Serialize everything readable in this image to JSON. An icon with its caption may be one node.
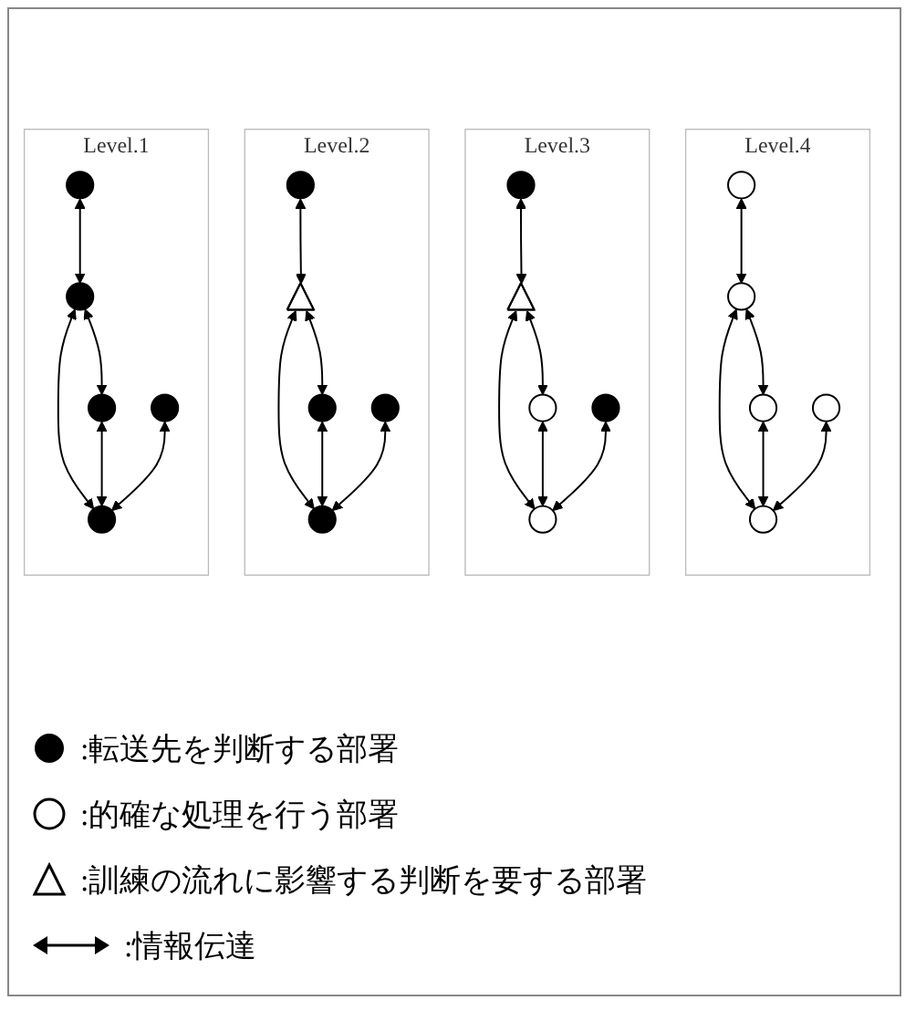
{
  "diagram": {
    "nodes": [
      {
        "text": [
          "Level.1"
        ]
      },
      {
        "text": [],
        "shape": "circle",
        "in": 0
      },
      {
        "text": [],
        "shape": "circle",
        "in": 0
      },
      {
        "text": [],
        "shape": "circle",
        "in": 0
      },
      {
        "text": [],
        "shape": "circle",
        "in": 0
      },
      {
        "text": [],
        "shape": "circle",
        "in": 0
      },
      {
        "text": [
          "Level.2"
        ]
      },
      {
        "text": [],
        "shape": "circle",
        "in": 6
      },
      {
        "text": [],
        "shape": "triangle",
        "in": 6
      },
      {
        "text": [],
        "shape": "circle",
        "in": 6
      },
      {
        "text": [],
        "shape": "circle",
        "in": 6
      },
      {
        "text": [],
        "shape": "circle",
        "in": 6
      },
      {
        "text": [
          "Level.3"
        ]
      },
      {
        "text": [],
        "shape": "circle",
        "in": 12
      },
      {
        "text": [],
        "shape": "triangle",
        "in": 12
      },
      {
        "text": [],
        "shape": "circle",
        "in": 12
      },
      {
        "text": [],
        "shape": "circle",
        "in": 12
      },
      {
        "text": [],
        "shape": "circle",
        "in": 12
      },
      {
        "text": [
          "Level.4"
        ]
      },
      {
        "text": [],
        "shape": "circle",
        "in": 18
      },
      {
        "text": [],
        "shape": "circle",
        "in": 18
      },
      {
        "text": [],
        "shape": "circle",
        "in": 18
      },
      {
        "text": [],
        "shape": "circle",
        "in": 18
      },
      {
        "text": [],
        "shape": "circle",
        "in": 18
      }
    ],
    "edges": [
      {
        "from": 1,
        "to": 2,
        "arrow": "both"
      },
      {
        "from": 2,
        "to": 4,
        "arrow": "both"
      },
      {
        "from": 2,
        "to": 5,
        "arrow": "both"
      },
      {
        "from": 4,
        "to": 5,
        "arrow": "both"
      },
      {
        "from": 3,
        "to": 5,
        "arrow": "both"
      },
      {
        "from": 7,
        "to": 8,
        "arrow": "both"
      },
      {
        "from": 8,
        "to": 10,
        "arrow": "both"
      },
      {
        "from": 8,
        "to": 11,
        "arrow": "both"
      },
      {
        "from": 10,
        "to": 11,
        "arrow": "both"
      },
      {
        "from": 9,
        "to": 11,
        "arrow": "both"
      },
      {
        "from": 13,
        "to": 14,
        "arrow": "both"
      },
      {
        "from": 14,
        "to": 16,
        "arrow": "both"
      },
      {
        "from": 14,
        "to": 17,
        "arrow": "both"
      },
      {
        "from": 16,
        "to": 17,
        "arrow": "both"
      },
      {
        "from": 15,
        "to": 17,
        "arrow": "both"
      },
      {
        "from": 19,
        "to": 20,
        "arrow": "both"
      },
      {
        "from": 20,
        "to": 22,
        "arrow": "both"
      },
      {
        "from": 20,
        "to": 23,
        "arrow": "both"
      },
      {
        "from": 22,
        "to": 23,
        "arrow": "both"
      },
      {
        "from": 21,
        "to": 23,
        "arrow": "both"
      }
    ],
    "legend": [
      {
        "text": ":転送先を判断する部署"
      },
      {
        "text": ":的確な処理を行う部署"
      },
      {
        "text": ":訓練の流れに影響する判断を要する部署"
      },
      {
        "text": ":情報伝達"
      }
    ]
  }
}
